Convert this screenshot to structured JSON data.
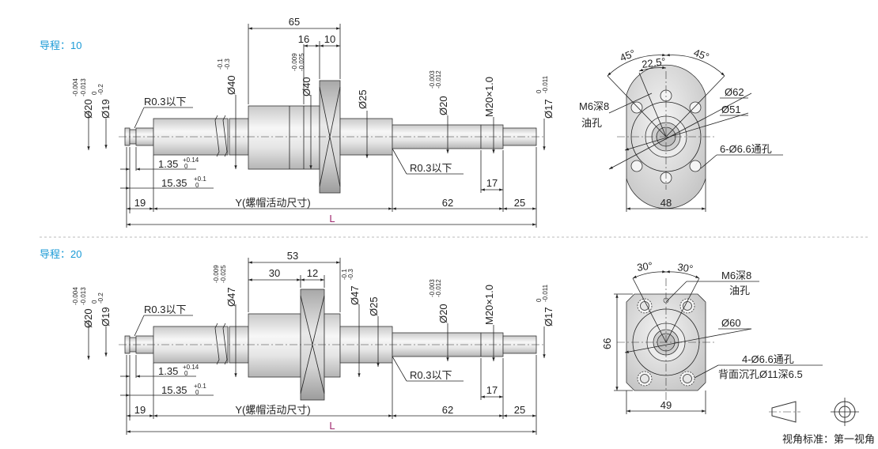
{
  "sections": [
    {
      "label": "导程：10",
      "dims": {
        "d20": "Ø20",
        "d20_tol": [
          "-0.004",
          "-0.013"
        ],
        "d19": "Ø19",
        "d19_tol": [
          "0",
          "-0.2"
        ],
        "r_left": "R0.3以下",
        "d40a": "Ø40",
        "d40a_tol": [
          "-0.1",
          "-0.3"
        ],
        "d40b": "Ø40",
        "d40b_tol": [
          "-0.009",
          "-0.025"
        ],
        "d25": "Ø25",
        "d20b": "Ø20",
        "d20b_tol": [
          "-0.003",
          "-0.012"
        ],
        "m20": "M20×1.0",
        "d17": "Ø17",
        "d17_tol": [
          "0",
          "-0.011"
        ],
        "len65": "65",
        "len16": "16",
        "len10": "10",
        "len135": "1.35",
        "len135_tol": [
          "+0.14",
          "0"
        ],
        "len1535": "15.35",
        "len1535_tol": [
          "+0.1",
          "0"
        ],
        "r_right": "R0.3以下",
        "len17": "17",
        "len19": "19",
        "y": "Y(螺帽活动尺寸)",
        "len62": "62",
        "len25": "25",
        "L": "L"
      },
      "side": {
        "a45l": "45°",
        "a45r": "45°",
        "a225": "22.5°",
        "m6": "M6深8",
        "oil": "油孔",
        "pcd": "Ø62",
        "d51": "Ø51",
        "holes": "6-Ø6.6通孔",
        "w48": "48"
      }
    },
    {
      "label": "导程：20",
      "dims": {
        "d20": "Ø20",
        "d20_tol": [
          "-0.004",
          "-0.013"
        ],
        "d19": "Ø19",
        "d19_tol": [
          "0",
          "-0.2"
        ],
        "r_left": "R0.3以下",
        "d47a": "Ø47",
        "d47a_tol": [
          "-0.009",
          "-0.025"
        ],
        "d47b": "Ø47",
        "d47b_tol": [
          "-0.1",
          "-0.3"
        ],
        "d25": "Ø25",
        "d20b": "Ø20",
        "d20b_tol": [
          "-0.003",
          "-0.012"
        ],
        "m20": "M20×1.0",
        "d17": "Ø17",
        "d17_tol": [
          "0",
          "-0.011"
        ],
        "len53": "53",
        "len30": "30",
        "len12": "12",
        "len135": "1.35",
        "len135_tol": [
          "+0.14",
          "0"
        ],
        "len1535": "15.35",
        "len1535_tol": [
          "+0.1",
          "0"
        ],
        "r_right": "R0.3以下",
        "len17": "17",
        "len19": "19",
        "y": "Y(螺帽活动尺寸)",
        "len62": "62",
        "len25": "25",
        "L": "L"
      },
      "side": {
        "a30l": "30°",
        "a30r": "30°",
        "m6": "M6深8",
        "oil": "油孔",
        "pcd": "Ø60",
        "h66": "66",
        "holes": "4-Ø6.6通孔",
        "cb": "背面沉孔Ø11深6.5",
        "w49": "49"
      }
    }
  ],
  "projection": "视角标准：第一视角"
}
